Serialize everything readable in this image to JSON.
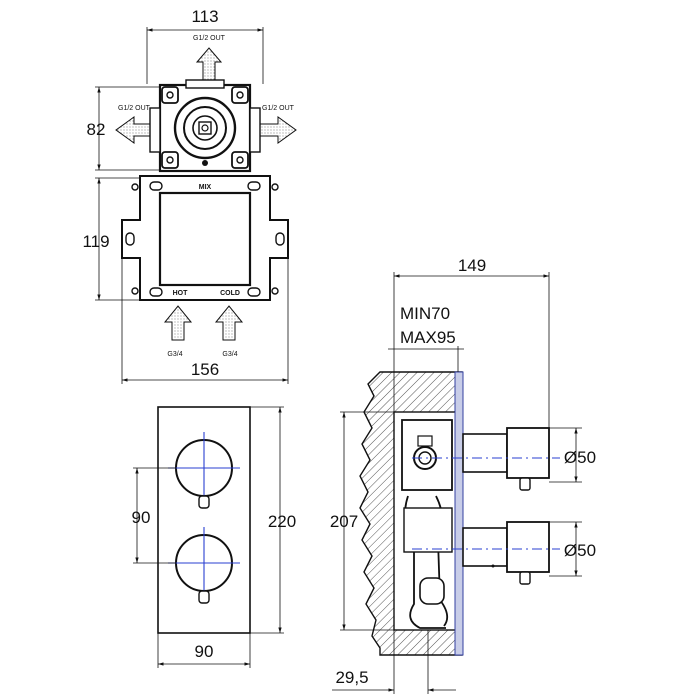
{
  "top_view": {
    "dim_width": "113",
    "dim_height": "82",
    "out_top": "G1/2 OUT",
    "out_left": "G1/2 OUT",
    "out_right": "G1/2 OUT"
  },
  "frame_view": {
    "dim_height": "119",
    "dim_width": "156",
    "mix_label": "MIX",
    "hot_label": "HOT",
    "cold_label": "COLD",
    "inlet_left": "G3/4",
    "inlet_right": "G3/4"
  },
  "front_view": {
    "dim_spacing": "90",
    "dim_height": "220",
    "dim_width": "90"
  },
  "side_view": {
    "dim_depth": "149",
    "min_label": "MIN70",
    "max_label": "MAX95",
    "dim_height": "207",
    "diam_top": "Ø50",
    "diam_bottom": "Ø50",
    "dim_offset": "29,5"
  },
  "colors": {
    "line": "#111111",
    "axis": "#2a3fd0",
    "hatch": "#555555"
  }
}
